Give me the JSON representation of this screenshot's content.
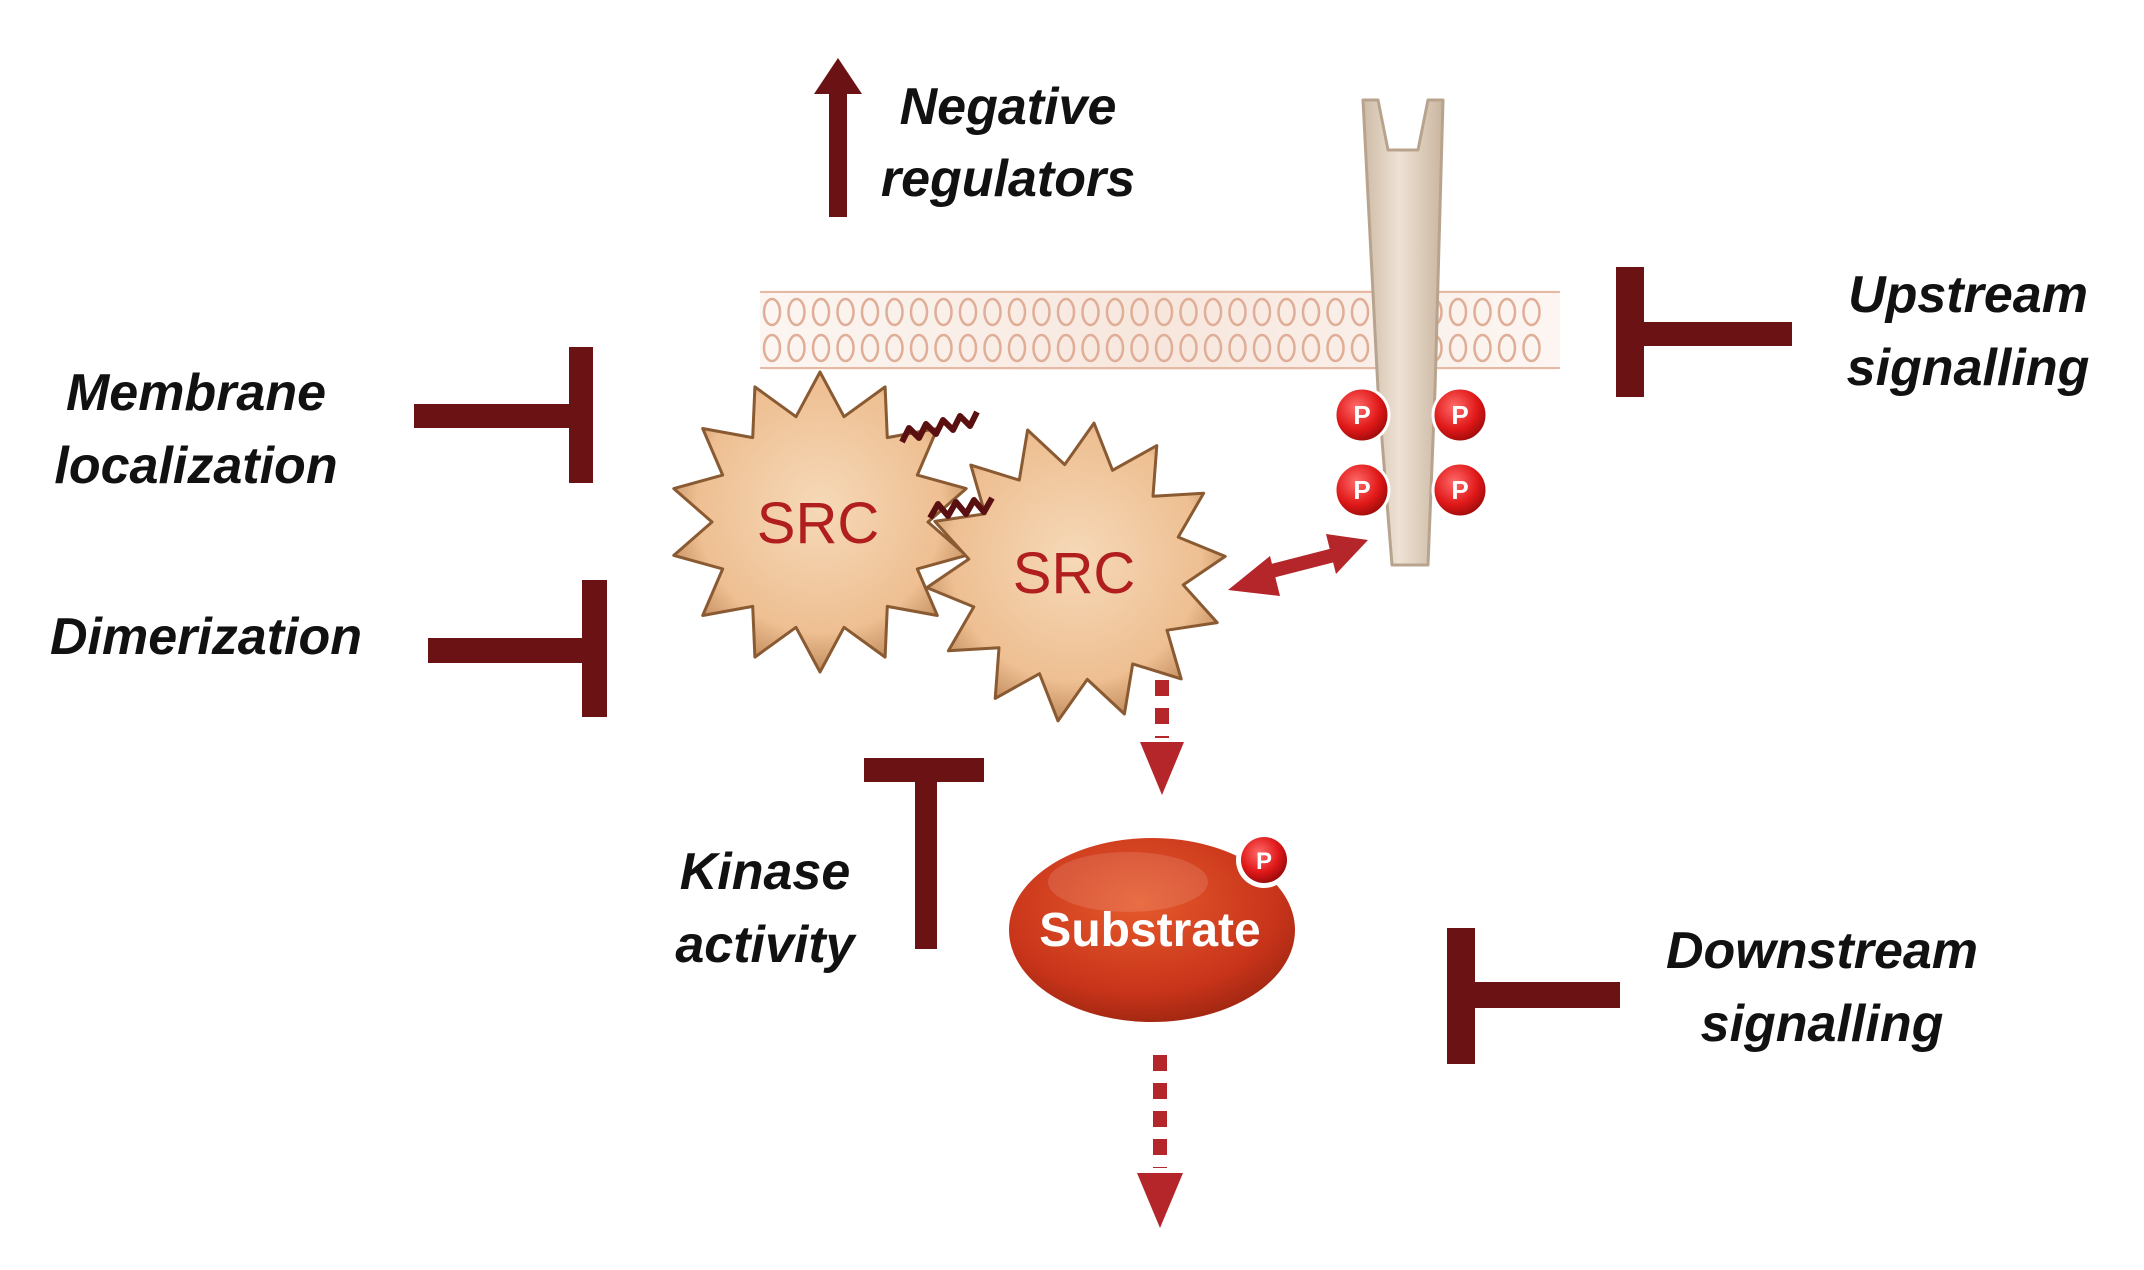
{
  "labels": {
    "negative_regulators_line1": "Negative",
    "negative_regulators_line2": "regulators",
    "upstream_line1": "Upstream",
    "upstream_line2": "signalling",
    "membrane_line1": "Membrane",
    "membrane_line2": "localization",
    "dimerization": "Dimerization",
    "kinase_line1": "Kinase",
    "kinase_line2": "activity",
    "downstream_line1": "Downstream",
    "downstream_line2": "signalling"
  },
  "nodes": {
    "src_1": "SRC",
    "src_2": "SRC",
    "substrate": "Substrate",
    "phospho": "P"
  },
  "colors": {
    "inhibitor": "#6b1214",
    "arrow": "#b4262a",
    "src_fill": "#f0c8a0",
    "src_stroke": "#8a5a32",
    "receptor": "#e6d6c4",
    "substrate": "#cf3d18",
    "phospho": "#e02020"
  }
}
